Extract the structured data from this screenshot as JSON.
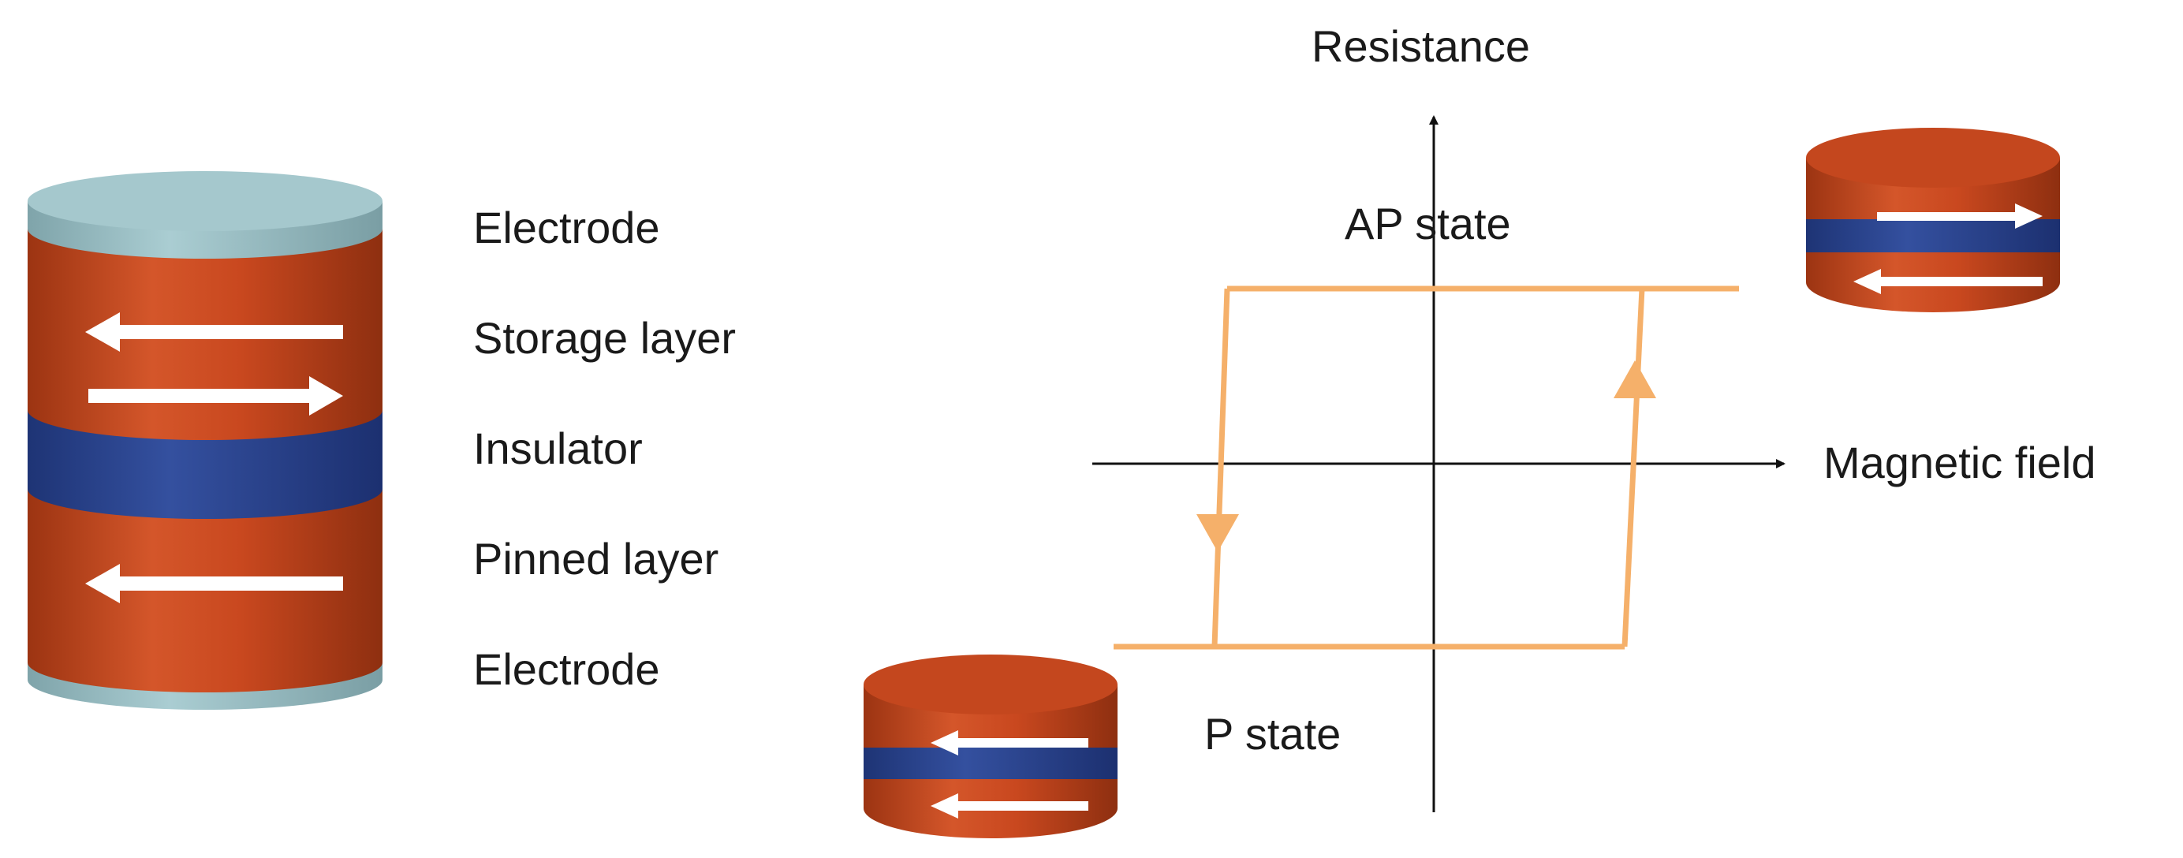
{
  "stack_labels": {
    "top_electrode": "Electrode",
    "storage_layer": "Storage layer",
    "insulator": "Insulator",
    "pinned_layer": "Pinned layer",
    "bottom_electrode": "Electrode"
  },
  "plot": {
    "y_axis_label": "Resistance",
    "x_axis_label": "Magnetic field",
    "ap_state_label": "AP state",
    "p_state_label": "P state"
  },
  "colors": {
    "electrode": "#9fc3c8",
    "magnetic_layer": "#c4471e",
    "insulator": "#2a4a9a",
    "hysteresis_loop": "#f5b06a",
    "arrow": "#ffffff",
    "axis": "#111111"
  }
}
